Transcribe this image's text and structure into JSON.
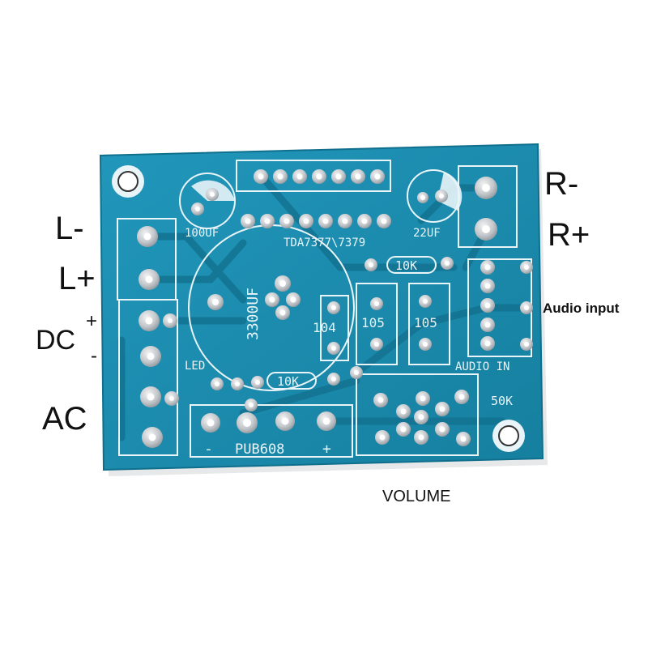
{
  "labels": {
    "l_minus": "L-",
    "l_plus": "L+",
    "dc": "DC",
    "dc_plus": "+",
    "dc_minus": "-",
    "ac": "AC",
    "r_minus": "R-",
    "r_plus": "R+",
    "audio_input": "Audio input",
    "volume": "VOLUME"
  },
  "silkscreen": {
    "cap_100uf": "100UF",
    "chip": "TDA7377\\7379",
    "cap_22uf": "22UF",
    "res_10k_top": "10K",
    "cap_3300uf": "3300UF",
    "cap_104": "104",
    "cap_105a": "105",
    "cap_105b": "105",
    "audio_in": "AUDIO IN",
    "led": "LED",
    "res_10k_bottom": "10K",
    "pot_50k": "50K",
    "bridge": "PUB608",
    "bridge_minus": "-",
    "bridge_plus": "+"
  },
  "colors": {
    "board": "#1a8fb0",
    "board_edge": "#0f6f8c",
    "trace": "#137a9a",
    "silk": "#e8f4f8",
    "pad": "#c9ccd0"
  }
}
